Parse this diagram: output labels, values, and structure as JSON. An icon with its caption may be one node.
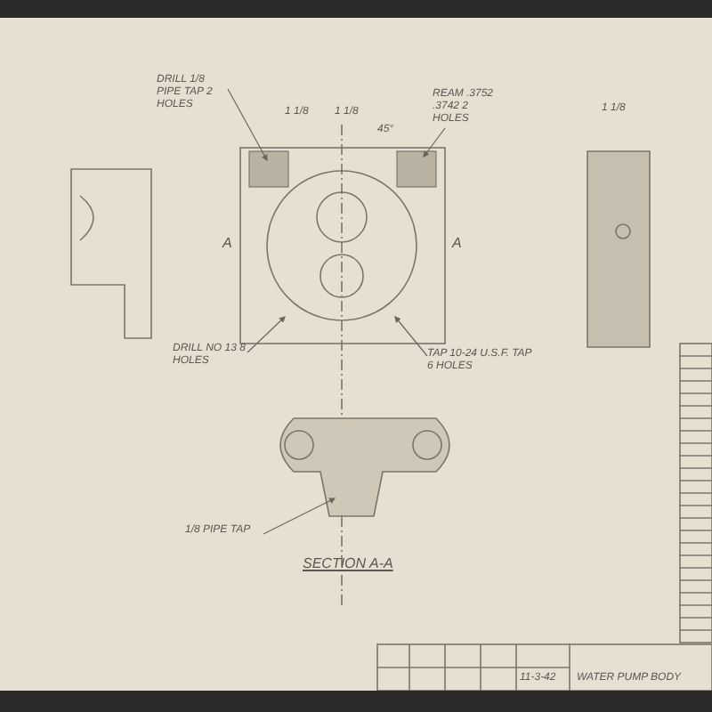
{
  "diagram": {
    "nodes": [
      {
        "text": [
          "DRILL 1/8 PIPE TAP 2 HOLES"
        ]
      },
      {
        "text": [
          "REAM .3752 .3742 2 HOLES"
        ]
      },
      {
        "text": [
          "DRILL NO 13 8 HOLES"
        ]
      },
      {
        "text": [
          "TAP 10-24 U.S.F. TAP 6 HOLES"
        ]
      },
      {
        "text": [
          "1/8 PIPE TAP"
        ]
      }
    ],
    "edges": [
      {
        "from": 0,
        "to": null,
        "arrow": "to"
      },
      {
        "from": 1,
        "to": null,
        "arrow": "to"
      },
      {
        "from": 2,
        "to": null,
        "arrow": "to"
      },
      {
        "from": 3,
        "to": null,
        "arrow": "to"
      },
      {
        "from": 4,
        "to": null,
        "arrow": "to"
      }
    ],
    "labels": [
      "1 1/8",
      "1 1/8",
      "45°",
      "A",
      "A",
      "1 1/8",
      "SECTION A-A",
      "WATER PUMP BODY",
      "11-3-42"
    ]
  }
}
